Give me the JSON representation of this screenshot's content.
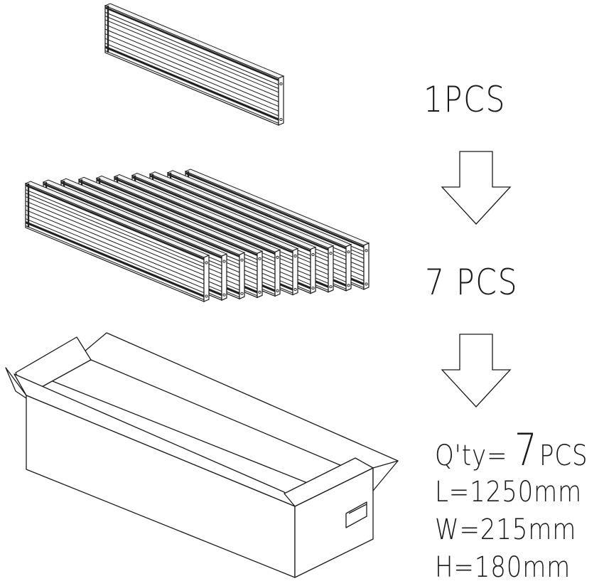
{
  "steps": {
    "single_label": "1PCS",
    "bundle_label": "7 PCS"
  },
  "specs": {
    "qty_prefix": "Q'ty=",
    "qty_value": "7",
    "qty_unit": "PCS",
    "length": "L=1250mm",
    "width": "W=215mm",
    "height": "H=180mm"
  },
  "bundle_panel_count": 10,
  "colors": {
    "line": "#1a1a1a",
    "stripe": "#222222",
    "panel_face": "#ffffff"
  }
}
